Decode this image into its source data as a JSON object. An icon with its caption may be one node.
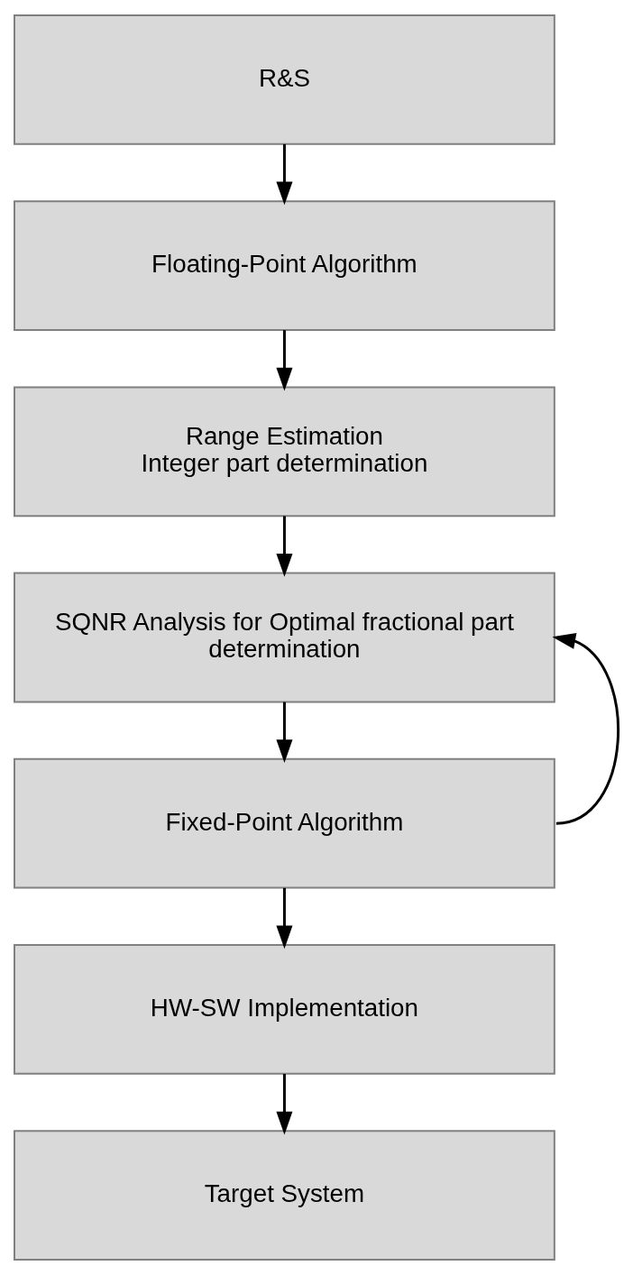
{
  "diagram": {
    "nodes": [
      {
        "text": [
          "R&S"
        ]
      },
      {
        "text": [
          "Floating-Point Algorithm"
        ]
      },
      {
        "text": [
          "Range Estimation",
          "Integer part determination"
        ]
      },
      {
        "text": [
          "SQNR Analysis for Optimal fractional part determination"
        ]
      },
      {
        "text": [
          "Fixed-Point Algorithm"
        ]
      },
      {
        "text": [
          "HW-SW Implementation"
        ]
      },
      {
        "text": [
          "Target System"
        ]
      }
    ],
    "edges": [
      {
        "from": 0,
        "to": 1,
        "arrow": "to"
      },
      {
        "from": 1,
        "to": 2,
        "arrow": "to"
      },
      {
        "from": 2,
        "to": 3,
        "arrow": "to"
      },
      {
        "from": 3,
        "to": 4,
        "arrow": "to"
      },
      {
        "from": 4,
        "to": 5,
        "arrow": "to"
      },
      {
        "from": 4,
        "to": 3,
        "arrow": "to"
      },
      {
        "from": 5,
        "to": 6,
        "arrow": "to"
      }
    ]
  }
}
